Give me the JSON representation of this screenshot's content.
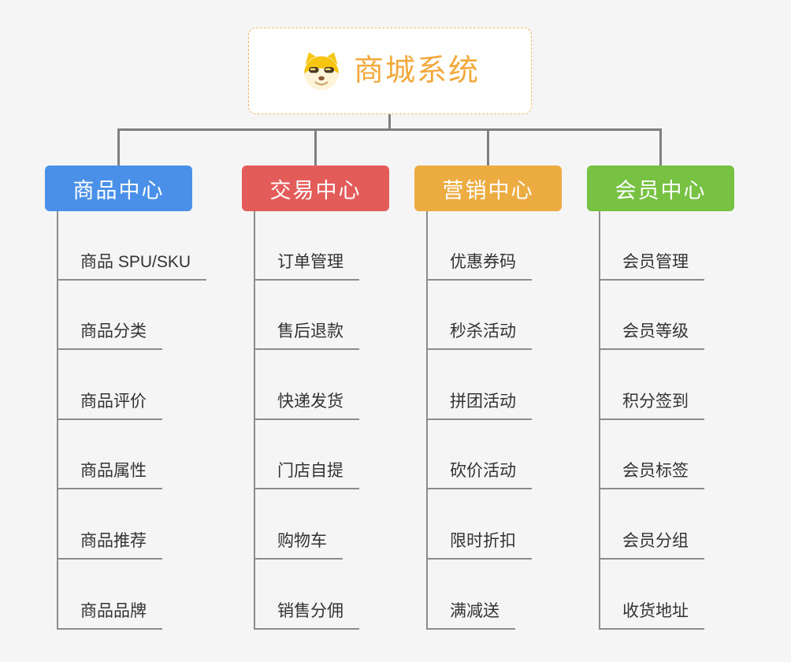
{
  "root": {
    "title": "商城系统",
    "icon": "doge-face-icon",
    "title_color": "#F2A93C",
    "border_color": "#EFB86B"
  },
  "colors": {
    "background": "#F5F5F5",
    "connector": "#7F7F7F",
    "item_line": "#8C8C8C",
    "item_text": "#333333"
  },
  "branches": [
    {
      "label": "商品中心",
      "color": "#4A90E8",
      "items": [
        "商品 SPU/SKU",
        "商品分类",
        "商品评价",
        "商品属性",
        "商品推荐",
        "商品品牌"
      ]
    },
    {
      "label": "交易中心",
      "color": "#E35C5A",
      "items": [
        "订单管理",
        "售后退款",
        "快递发货",
        "门店自提",
        "购物车",
        "销售分佣"
      ]
    },
    {
      "label": "营销中心",
      "color": "#ECAC42",
      "items": [
        "优惠券码",
        "秒杀活动",
        "拼团活动",
        "砍价活动",
        "限时折扣",
        "满减送"
      ]
    },
    {
      "label": "会员中心",
      "color": "#77C143",
      "items": [
        "会员管理",
        "会员等级",
        "积分签到",
        "会员标签",
        "会员分组",
        "收货地址"
      ]
    }
  ]
}
